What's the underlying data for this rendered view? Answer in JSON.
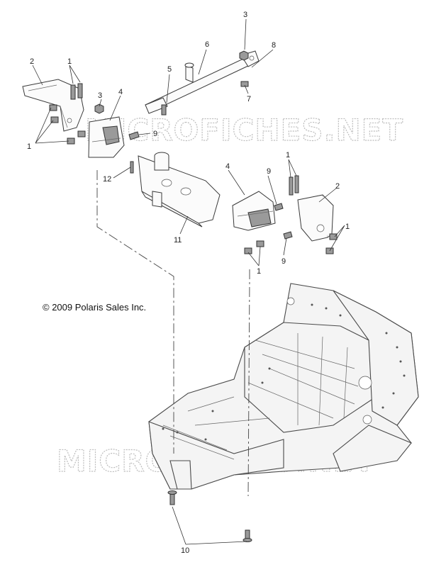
{
  "copyright": "© 2009 Polaris Sales Inc.",
  "watermark": "MICROFICHES.NET",
  "callouts": {
    "c1a": "1",
    "c1b": "1",
    "c1c": "1",
    "c1d": "1",
    "c1e": "1",
    "c2a": "2",
    "c2b": "2",
    "c3a": "3",
    "c3b": "3",
    "c4a": "4",
    "c4b": "4",
    "c5": "5",
    "c6": "6",
    "c7": "7",
    "c8": "8",
    "c9a": "9",
    "c9b": "9",
    "c9c": "9",
    "c10": "10",
    "c11": "11",
    "c12": "12"
  }
}
